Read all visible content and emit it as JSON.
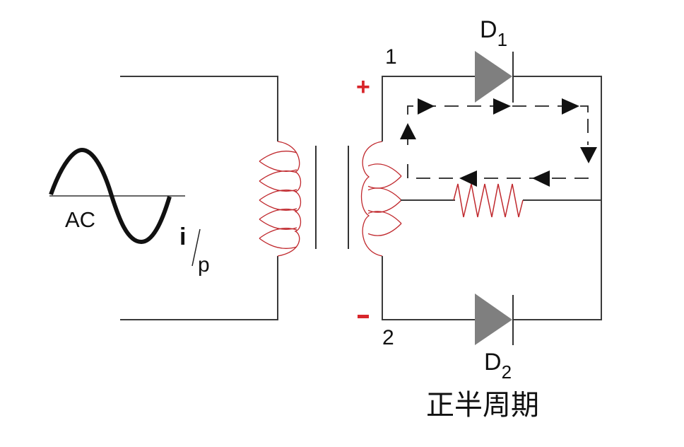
{
  "title": "正半周期",
  "source": {
    "label": "AC",
    "current_label_main": "i",
    "current_label_sub": "p"
  },
  "secondary": {
    "terminal_top": "1",
    "terminal_bottom": "2",
    "polarity_top": "+",
    "polarity_bottom": "-"
  },
  "diodes": [
    {
      "name": "D",
      "subscript": "1",
      "state": "conducting"
    },
    {
      "name": "D",
      "subscript": "2",
      "state": "blocking"
    }
  ],
  "colors": {
    "wire": "#3a3a3a",
    "coil": "#c0282d",
    "resistor": "#c0282d",
    "diode_fill": "#7f7f7f",
    "arrow": "#111111",
    "polarity": "#d8262b"
  }
}
